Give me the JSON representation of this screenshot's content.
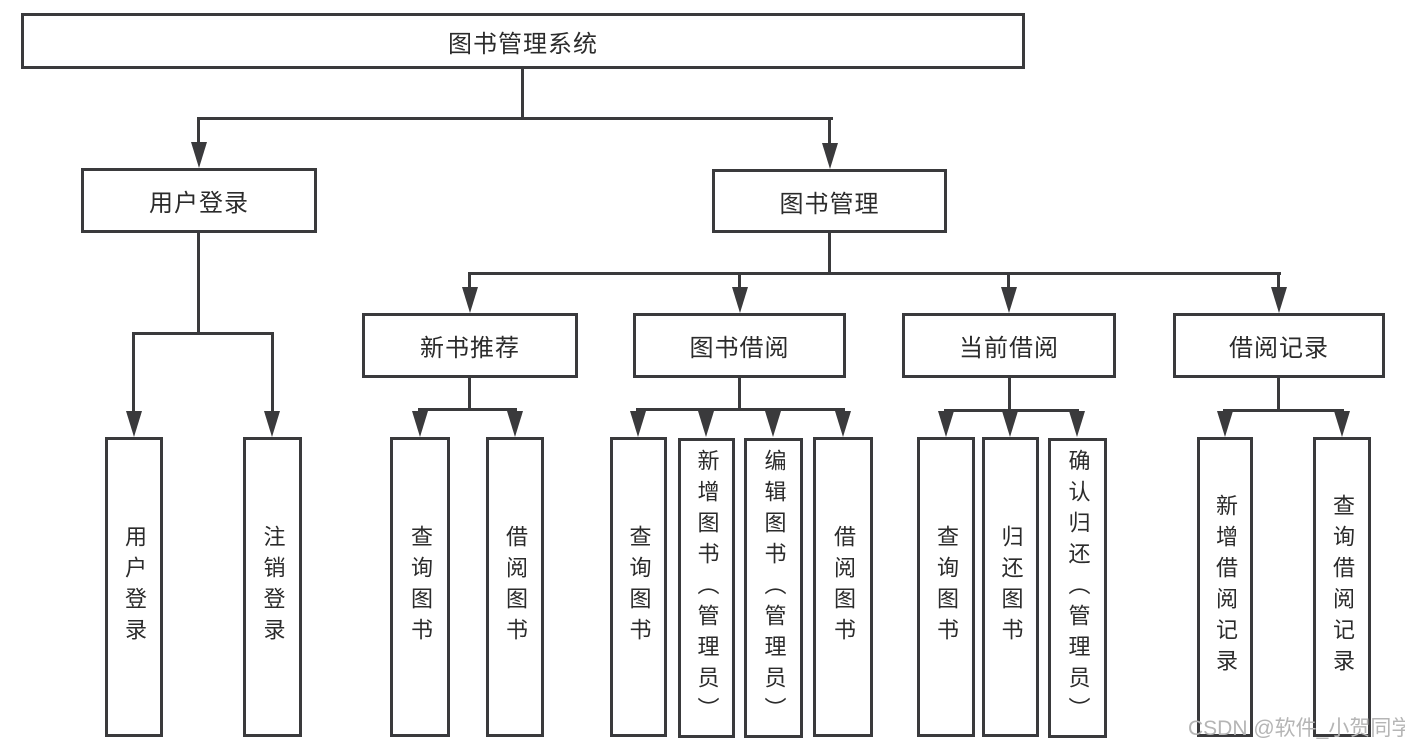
{
  "diagram": {
    "type": "hierarchy-tree",
    "title": "图书管理系统"
  },
  "colors": {
    "line": "#3a3a3c",
    "text": "#2b2b2b",
    "watermark": "#b5b5b5",
    "background": "#ffffff"
  },
  "nodes": {
    "root": "图书管理系统",
    "user_login": "用户登录",
    "book_mgmt": "图书管理",
    "new_book_rec": "新书推荐",
    "book_borrow": "图书借阅",
    "current_borrow": "当前借阅",
    "borrow_records": "借阅记录",
    "leaf_user_login": "用户登录",
    "leaf_logout": "注销登录",
    "nb_query": "查询图书",
    "nb_borrow": "借阅图书",
    "bb_query": "查询图书",
    "bb_add": "新增图书（管理员）",
    "bb_edit": "编辑图书（管理员）",
    "bb_borrow": "借阅图书",
    "cb_query": "查询图书",
    "cb_return": "归还图书",
    "cb_confirm": "确认归还（管理员）",
    "br_add": "新增借阅记录",
    "br_query": "查询借阅记录"
  },
  "tree": {
    "label": "图书管理系统",
    "children": [
      {
        "label": "用户登录",
        "children": [
          {
            "label": "用户登录"
          },
          {
            "label": "注销登录"
          }
        ]
      },
      {
        "label": "图书管理",
        "children": [
          {
            "label": "新书推荐",
            "children": [
              {
                "label": "查询图书"
              },
              {
                "label": "借阅图书"
              }
            ]
          },
          {
            "label": "图书借阅",
            "children": [
              {
                "label": "查询图书"
              },
              {
                "label": "新增图书（管理员）"
              },
              {
                "label": "编辑图书（管理员）"
              },
              {
                "label": "借阅图书"
              }
            ]
          },
          {
            "label": "当前借阅",
            "children": [
              {
                "label": "查询图书"
              },
              {
                "label": "归还图书"
              },
              {
                "label": "确认归还（管理员）"
              }
            ]
          },
          {
            "label": "借阅记录",
            "children": [
              {
                "label": "新增借阅记录"
              },
              {
                "label": "查询借阅记录"
              }
            ]
          }
        ]
      }
    ]
  },
  "watermark": "CSDN @软件_小贺同学"
}
